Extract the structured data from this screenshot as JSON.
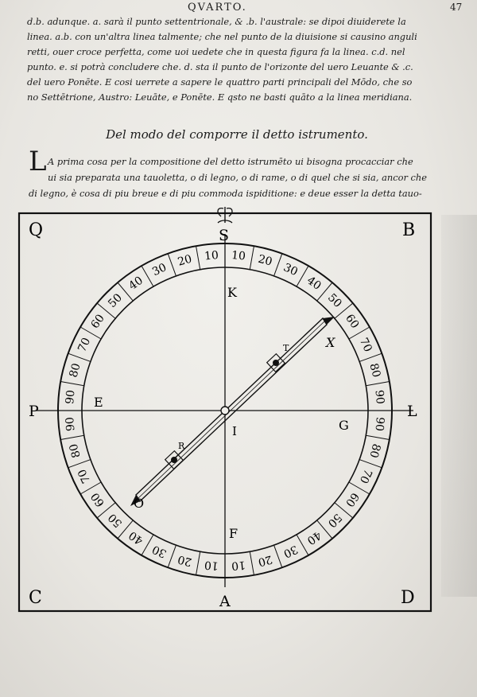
{
  "header": {
    "running_title": "QVARTO.",
    "page_number": "47"
  },
  "paragraph_1": {
    "lines": [
      "d.b. adunque. a. sarà il punto settentrionale, & .b. l'australe: se dipoi diuiderete la",
      "linea. a.b. con un'altra linea talmente; che nel punto de la diuisione si causino anguli",
      "retti, ouer croce perfetta, come uoi uedete che in questa figura fa la linea. c.d. nel",
      "punto. e. si potrà concludere che. d. sta il punto de l'orizonte del uero Leuante & .c.",
      "del uero Ponēte. E cosi uerrete a sapere le quattro parti principali del Mōdo, che so",
      "no Settētrione, Austro: Leuāte, e Ponēte. E qsto ne basti quāto a la linea meridiana."
    ]
  },
  "section_heading": "Del modo del comporre il detto istrumento.",
  "paragraph_2": {
    "dropcap": "L",
    "lines": [
      "A prima cosa per la compositione del detto istrumēto ui bisogna procacciar che",
      "ui sia preparata una tauoletta, o di legno, o di rame, o di quel che si sia, ancor che",
      "di legno, è cosa di piu breue e di piu commoda ispiditione: e deue esser la detta tauo-"
    ]
  },
  "figure": {
    "corners": {
      "top_left": "Q",
      "top_right": "B",
      "bottom_left": "C",
      "bottom_right": "D"
    },
    "sides": {
      "top": "S",
      "bottom": "A",
      "left": "P",
      "right": "L"
    },
    "inner_labels": {
      "K": "K",
      "F_left": "E",
      "G": "G",
      "I": "I",
      "F_bottom": "F",
      "X": "X",
      "O": "O",
      "T": "T",
      "R": "R"
    },
    "scale_labels": [
      "10",
      "20",
      "30",
      "40",
      "50",
      "60",
      "70",
      "80",
      "90"
    ],
    "degree_steps_per_quadrant": 9
  }
}
